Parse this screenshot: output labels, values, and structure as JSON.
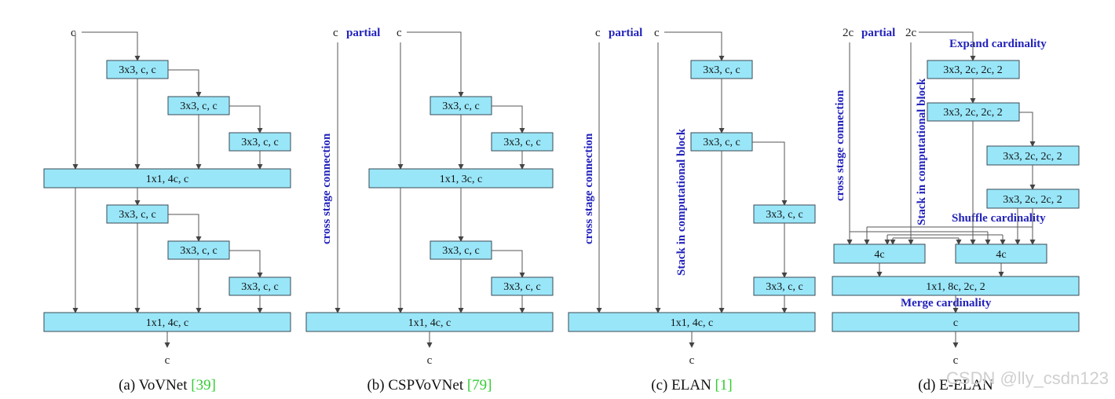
{
  "colors": {
    "box_fill": "#99e6f8",
    "label_blue": "#2222bb",
    "citation_green": "#33cc33"
  },
  "panels": {
    "a": {
      "input": "c",
      "output": "c",
      "boxes": [
        "3x3, c, c",
        "3x3, c, c",
        "3x3, c, c",
        "1x1, 4c, c",
        "3x3, c, c",
        "3x3, c, c",
        "3x3, c, c",
        "1x1, 4c, c"
      ],
      "caption": {
        "prefix": "(a) VoVNet ",
        "ref": "[39]"
      }
    },
    "b": {
      "input_left": "c",
      "partial": "partial",
      "input_right": "c",
      "vertical_label": "cross stage connection",
      "output": "c",
      "boxes": [
        "3x3, c, c",
        "3x3, c, c",
        "1x1, 3c, c",
        "3x3, c, c",
        "3x3, c, c",
        "1x1, 4c, c"
      ],
      "caption": {
        "prefix": "(b) CSPVoVNet ",
        "ref": "[79]"
      }
    },
    "c": {
      "input_left": "c",
      "partial": "partial",
      "input_right": "c",
      "vertical_label_1": "cross stage connection",
      "vertical_label_2": "Stack in computational block",
      "output": "c",
      "boxes": [
        "3x3, c, c",
        "3x3, c, c",
        "3x3, c, c",
        "3x3, c, c",
        "1x1, 4c, c"
      ],
      "caption": {
        "prefix": "(c) ELAN ",
        "ref": "[1]"
      }
    },
    "d": {
      "input_left": "2c",
      "partial": "partial",
      "input_right": "2c",
      "vertical_label_1": "cross stage connection",
      "vertical_label_2": "Stack in computational block",
      "expand": "Expand cardinality",
      "shuffle": "Shuffle cardinality",
      "merge": "Merge cardinality",
      "output": "c",
      "boxes": [
        "3x3, 2c, 2c, 2",
        "3x3, 2c, 2c, 2",
        "3x3, 2c, 2c, 2",
        "3x3, 2c, 2c, 2",
        "4c",
        "4c",
        "1x1, 8c, 2c, 2",
        "c"
      ],
      "caption": {
        "prefix": "(d) E-ELAN",
        "ref": ""
      }
    }
  },
  "watermark": "CSDN @lly_csdn123"
}
